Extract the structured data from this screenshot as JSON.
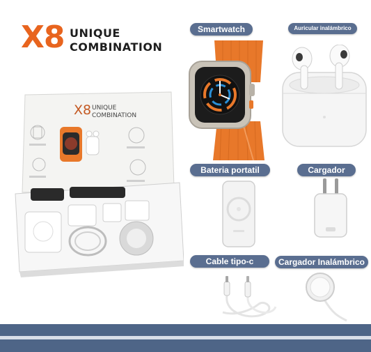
{
  "brand": {
    "logo": "X8",
    "line1": "UNIQUE",
    "line2": "COMBINATION"
  },
  "box": {
    "logo": "X8",
    "line1": "UNIQUE",
    "line2": "COMBINATION"
  },
  "labels": {
    "smartwatch": "Smartwatch",
    "earbuds": "Auricular inalámbrico",
    "powerbank": "Bateria portatil",
    "charger": "Cargador",
    "cable": "Cable tipo-c",
    "wireless_charger": "Cargador Inalámbrico"
  },
  "colors": {
    "accent": "#e8641e",
    "pill": "#5a6e90",
    "stripe": "#4e6587",
    "band": "#e8782a"
  }
}
